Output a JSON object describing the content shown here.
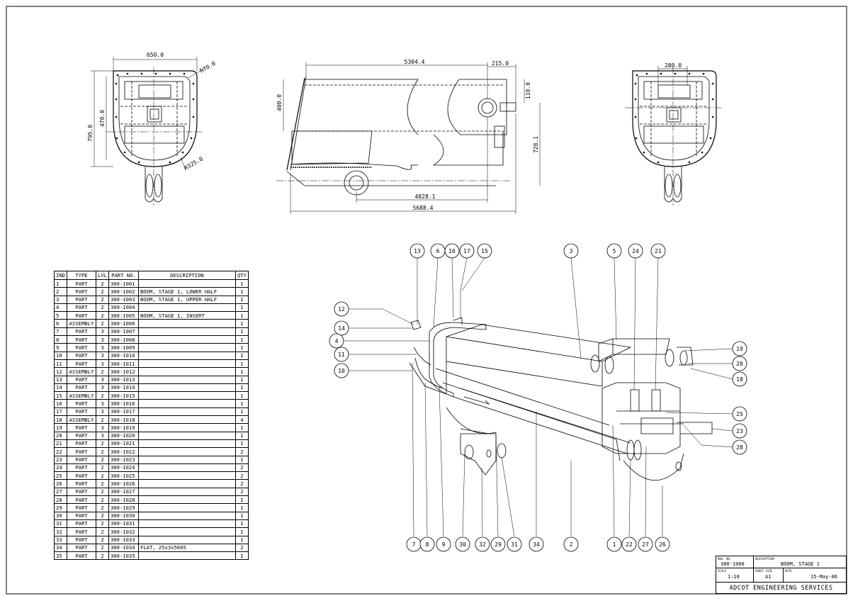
{
  "dimensions": {
    "front_width": "650.0",
    "front_radius_top": "R70.0",
    "front_height_inner": "470.0",
    "front_height_total": "795.0",
    "front_radius_bottom": "R325.0",
    "side_length_top": "5304.4",
    "side_offset_right": "215.0",
    "side_height_left": "400.0",
    "side_height_right_small": "110.0",
    "side_height_right": "728.1",
    "side_length_pin": "4828.1",
    "side_length_total": "5688.4",
    "rear_width": "280.0"
  },
  "balloons": [
    "13",
    "6",
    "16",
    "17",
    "15",
    "3",
    "5",
    "24",
    "21",
    "12",
    "14",
    "4",
    "11",
    "10",
    "19",
    "20",
    "18",
    "25",
    "23",
    "28",
    "7",
    "8",
    "9",
    "30",
    "32",
    "29",
    "31",
    "34",
    "2",
    "1",
    "22",
    "27",
    "26"
  ],
  "bom": {
    "headers": [
      "IND",
      "TYPE",
      "LVL",
      "PART NO.",
      "DESCRIPTION",
      "QTY"
    ],
    "rows": [
      [
        "1",
        "PART",
        "2",
        "300-1001",
        "",
        "1"
      ],
      [
        "2",
        "PART",
        "2",
        "300-1002",
        "BOOM, STAGE 1, LOWER HALF",
        "1"
      ],
      [
        "3",
        "PART",
        "2",
        "300-1003",
        "BOOM, STAGE 1, UPPER HALF",
        "1"
      ],
      [
        "4",
        "PART",
        "2",
        "300-1004",
        "",
        "1"
      ],
      [
        "5",
        "PART",
        "2",
        "300-1005",
        "BOOM, STAGE 1, INSERT",
        "1"
      ],
      [
        "6",
        "ASSEMBLY",
        "2",
        "300-1006",
        "",
        "1"
      ],
      [
        "7",
        "PART",
        "3",
        "300-1007",
        "",
        "1"
      ],
      [
        "8",
        "PART",
        "3",
        "300-1008",
        "",
        "1"
      ],
      [
        "9",
        "PART",
        "3",
        "300-1009",
        "",
        "1"
      ],
      [
        "10",
        "PART",
        "3",
        "300-1010",
        "",
        "1"
      ],
      [
        "11",
        "PART",
        "3",
        "300-1011",
        "",
        "1"
      ],
      [
        "12",
        "ASSEMBLY",
        "2",
        "300-1012",
        "",
        "1"
      ],
      [
        "13",
        "PART",
        "3",
        "300-1013",
        "",
        "1"
      ],
      [
        "14",
        "PART",
        "3",
        "300-1014",
        "",
        "1"
      ],
      [
        "15",
        "ASSEMBLY",
        "2",
        "300-1015",
        "",
        "1"
      ],
      [
        "16",
        "PART",
        "3",
        "300-1016",
        "",
        "1"
      ],
      [
        "17",
        "PART",
        "3",
        "300-1017",
        "",
        "1"
      ],
      [
        "18",
        "ASSEMBLY",
        "2",
        "300-1018",
        "",
        "4"
      ],
      [
        "19",
        "PART",
        "3",
        "300-1019",
        "",
        "1"
      ],
      [
        "20",
        "PART",
        "3",
        "300-1020",
        "",
        "1"
      ],
      [
        "21",
        "PART",
        "2",
        "300-1021",
        "",
        "1"
      ],
      [
        "22",
        "PART",
        "2",
        "300-1022",
        "",
        "2"
      ],
      [
        "23",
        "PART",
        "2",
        "300-1023",
        "",
        "1"
      ],
      [
        "24",
        "PART",
        "2",
        "300-1024",
        "",
        "2"
      ],
      [
        "25",
        "PART",
        "2",
        "300-1025",
        "",
        "2"
      ],
      [
        "26",
        "PART",
        "2",
        "300-1026",
        "",
        "2"
      ],
      [
        "27",
        "PART",
        "2",
        "300-1027",
        "",
        "2"
      ],
      [
        "28",
        "PART",
        "2",
        "300-1028",
        "",
        "1"
      ],
      [
        "29",
        "PART",
        "2",
        "300-1029",
        "",
        "1"
      ],
      [
        "30",
        "PART",
        "2",
        "300-1030",
        "",
        "1"
      ],
      [
        "31",
        "PART",
        "2",
        "300-1031",
        "",
        "1"
      ],
      [
        "32",
        "PART",
        "2",
        "300-1032",
        "",
        "1"
      ],
      [
        "33",
        "PART",
        "2",
        "300-1033",
        "",
        "1"
      ],
      [
        "34",
        "PART",
        "2",
        "300-1034",
        "FLAT, 25x3x5605",
        "2"
      ],
      [
        "35",
        "PART",
        "2",
        "300-1035",
        "",
        "1"
      ]
    ]
  },
  "title_block": {
    "dwg_no_label": "DWG. NO.",
    "dwg_no": "300-1000",
    "description_label": "DESCRIPTION",
    "description": "BOOM, STAGE 1",
    "scale_label": "SCALE",
    "scale": "1:10",
    "sheet_size_label": "SHEET SIZE",
    "sheet_size": "A1",
    "date_label": "DATE",
    "date": "15-May-06",
    "company": "ADCOT ENGINEERING SERVICES"
  }
}
